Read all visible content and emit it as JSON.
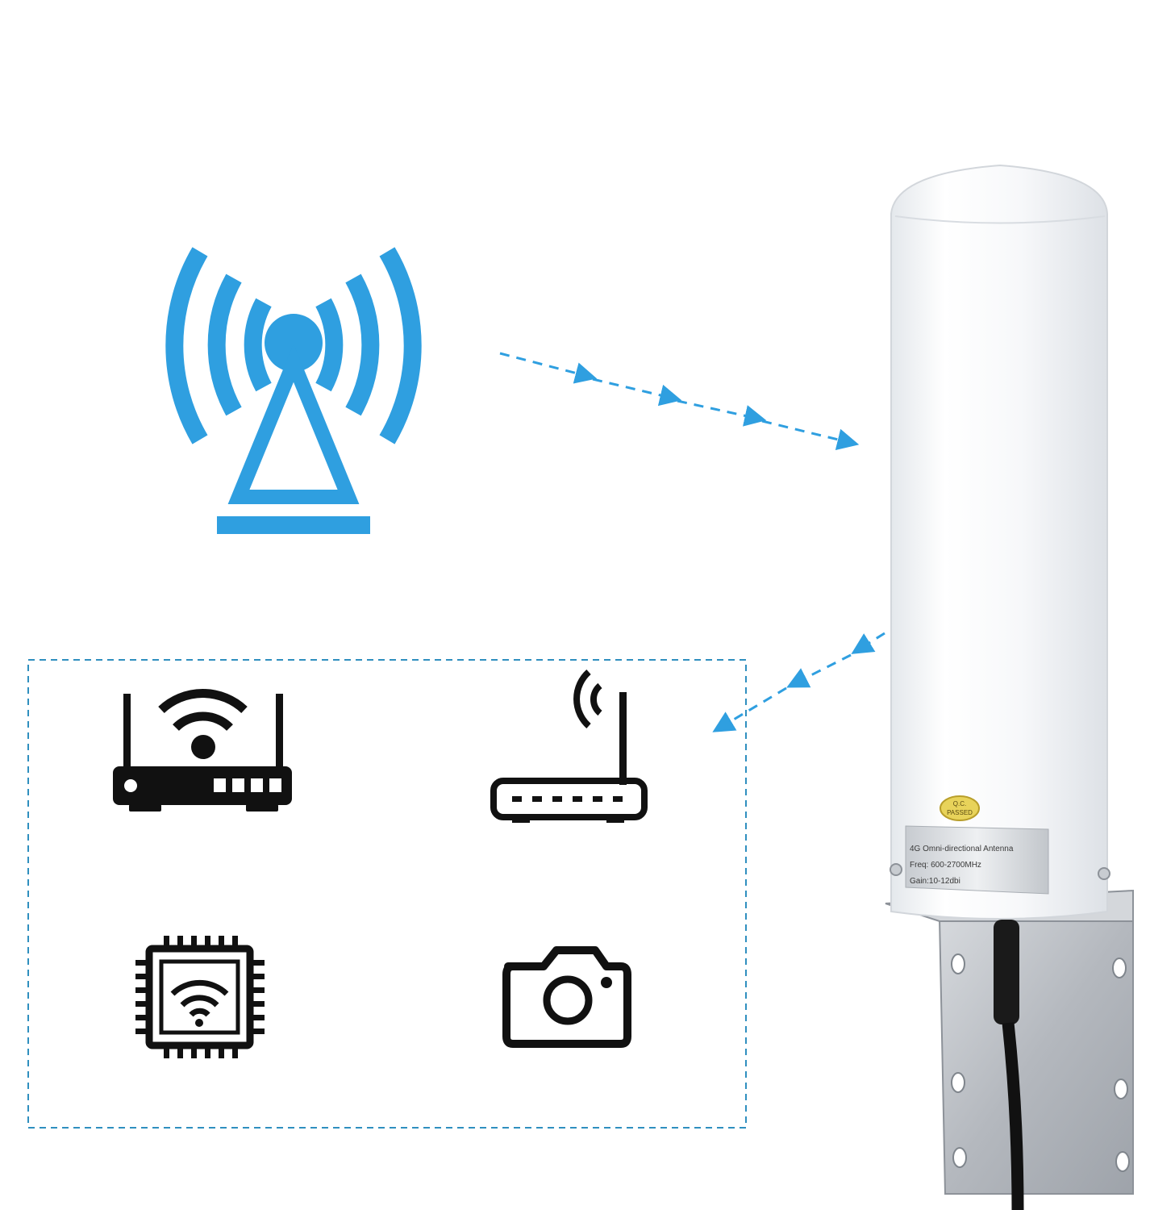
{
  "colors": {
    "accent_blue": "#2f9fe0",
    "icon_black": "#111111",
    "antenna_white": "#f4f6f8",
    "bracket_steel": "#b8bcc2"
  },
  "tower": {
    "icon": "cell-tower-icon"
  },
  "devices": [
    {
      "icon": "wifi-router-icon"
    },
    {
      "icon": "antenna-router-icon"
    },
    {
      "icon": "wifi-chip-icon"
    },
    {
      "icon": "camera-icon"
    }
  ],
  "antenna_label": {
    "line1": "4G Omni-directional Antenna",
    "line2": "Freq:  600-2700MHz",
    "line3": "Gain:10-12dbi"
  },
  "qc_sticker": {
    "line1": "Q.C.",
    "line2": "PASSED"
  }
}
